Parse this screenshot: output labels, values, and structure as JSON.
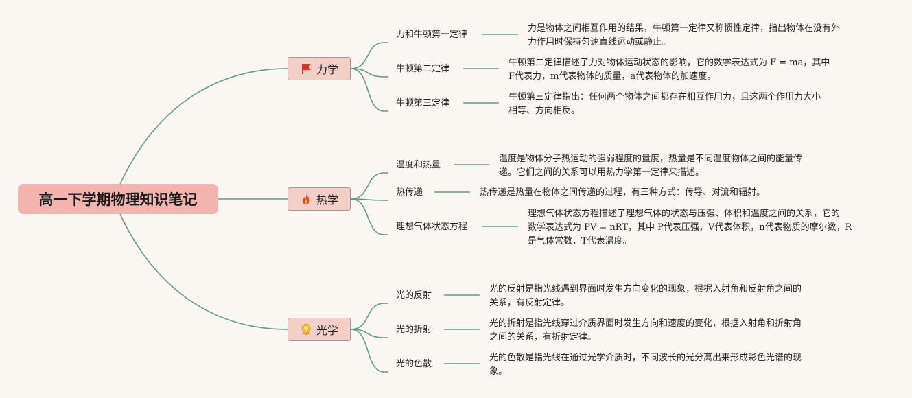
{
  "title": "高一下学期物理知识笔记",
  "colors": {
    "root_bg": "#f1b4ae",
    "branch_bg": "#f4cfc8",
    "line": "#5f9a85"
  },
  "branches": [
    {
      "label": "力学",
      "icon": "red-flag-icon",
      "topics": [
        {
          "label": "力和牛顿第一定律",
          "desc": [
            "力是物体之间相互作用的结果，牛顿第一定律又称惯性定律，指出物体在没有外",
            "力作用时保持匀速直线运动或静止。"
          ]
        },
        {
          "label": "牛顿第二定律",
          "desc": [
            "牛顿第二定律描述了力对物体运动状态的影响，它的数学表达式为 F = ma，其中",
            "F代表力，m代表物体的质量，a代表物体的加速度。"
          ]
        },
        {
          "label": "牛顿第三定律",
          "desc": [
            "牛顿第三定律指出：任何两个物体之间都存在相互作用力，且这两个作用力大小",
            "相等、方向相反。"
          ]
        }
      ]
    },
    {
      "label": "热学",
      "icon": "fire-icon",
      "topics": [
        {
          "label": "温度和热量",
          "desc": [
            "温度是物体分子热运动的强弱程度的量度，热量是不同温度物体之间的能量传",
            "递。它们之间的关系可以用热力学第一定律来描述。"
          ]
        },
        {
          "label": "热传递",
          "desc": [
            "热传递是热量在物体之间传递的过程，有三种方式：传导、对流和辐射。"
          ]
        },
        {
          "label": "理想气体状态方程",
          "desc": [
            "理想气体状态方程描述了理想气体的状态与压强、体积和温度之间的关系，它的",
            "数学表达式为 PV = nRT，其中 P代表压强，V代表体积，n代表物质的摩尔数，R",
            "是气体常数，T代表温度。"
          ]
        }
      ]
    },
    {
      "label": "光学",
      "icon": "medal-icon",
      "topics": [
        {
          "label": "光的反射",
          "desc": [
            "光的反射是指光线遇到界面时发生方向变化的现象，根据入射角和反射角之间的",
            "关系，有反射定律。"
          ]
        },
        {
          "label": "光的折射",
          "desc": [
            "光的折射是指光线穿过介质界面时发生方向和速度的变化，根据入射角和折射角",
            "之间的关系，有折射定律。"
          ]
        },
        {
          "label": "光的色散",
          "desc": [
            "光的色散是指光线在通过光学介质时，不同波长的光分离出来形成彩色光谱的现",
            "象。"
          ]
        }
      ]
    }
  ]
}
